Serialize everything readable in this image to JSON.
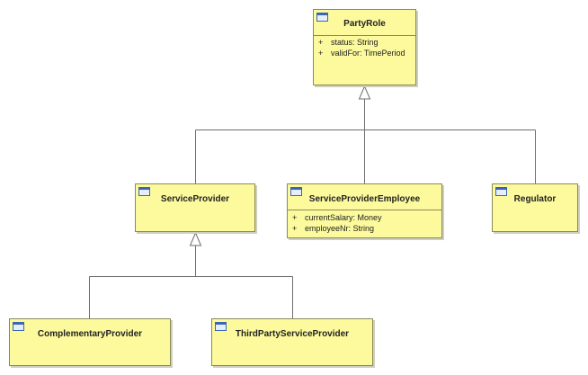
{
  "classes": {
    "party_role": {
      "name": "PartyRole",
      "attributes": [
        {
          "visibility": "+",
          "text": "status: String"
        },
        {
          "visibility": "+",
          "text": "validFor: TimePeriod"
        }
      ]
    },
    "service_provider": {
      "name": "ServiceProvider"
    },
    "service_provider_employee": {
      "name": "ServiceProviderEmployee",
      "attributes": [
        {
          "visibility": "+",
          "text": "currentSalary: Money"
        },
        {
          "visibility": "+",
          "text": "employeeNr: String"
        }
      ]
    },
    "regulator": {
      "name": "Regulator"
    },
    "complementary_provider": {
      "name": "ComplementaryProvider"
    },
    "third_party_service_provider": {
      "name": "ThirdPartyServiceProvider"
    }
  },
  "relationships": [
    {
      "type": "generalization",
      "child": "ServiceProvider",
      "parent": "PartyRole"
    },
    {
      "type": "generalization",
      "child": "ServiceProviderEmployee",
      "parent": "PartyRole"
    },
    {
      "type": "generalization",
      "child": "Regulator",
      "parent": "PartyRole"
    },
    {
      "type": "generalization",
      "child": "ComplementaryProvider",
      "parent": "ServiceProvider"
    },
    {
      "type": "generalization",
      "child": "ThirdPartyServiceProvider",
      "parent": "ServiceProvider"
    }
  ],
  "colors": {
    "class_fill": "#fcfa9c",
    "class_border": "#8a8a5a",
    "connector": "#6e6e6e"
  }
}
